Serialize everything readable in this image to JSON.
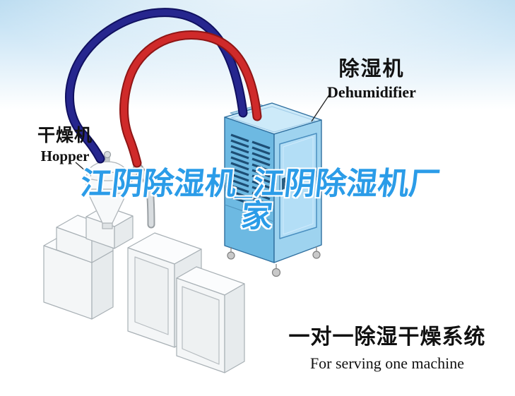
{
  "illustration": {
    "labels": {
      "dehumidifier": {
        "zh": "除湿机",
        "en": "Dehumidifier"
      },
      "hopper": {
        "zh": "干燥机",
        "en": "Hopper"
      }
    },
    "watermark": "江阴除湿机_江阴除湿机厂家",
    "caption": {
      "zh": "一对一除湿干燥系统",
      "en": "For serving one machine"
    },
    "colors": {
      "sky_blue": "#c5e2f4",
      "pipe_navy": "#26268e",
      "pipe_red": "#cf2a2a",
      "dehumidifier_front": "#6db9e2",
      "dehumidifier_side": "#9ed3ef",
      "dehumidifier_top": "#cdeaf9",
      "vent_slat": "#1d4e75",
      "machine_white": "#f4f6f7",
      "watermark_blue": "#2b9ce8",
      "text_black": "#111111"
    }
  }
}
